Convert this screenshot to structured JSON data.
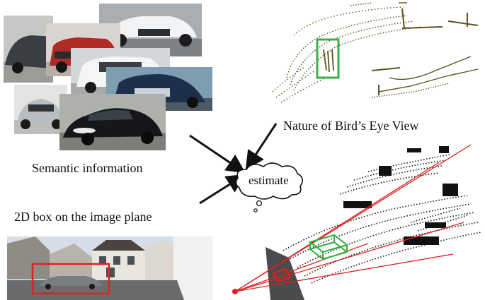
{
  "labels": {
    "semantic": "Semantic information",
    "bev": "Nature of Bird’s Eye View",
    "box2d": "2D box on the image plane",
    "estimate": "estimate"
  },
  "colors": {
    "bev_points": "#5a5220",
    "bev_box": "#3fae4a",
    "box2d": "#e02020",
    "rays": "#e02020",
    "box3d": "#2fb040"
  }
}
